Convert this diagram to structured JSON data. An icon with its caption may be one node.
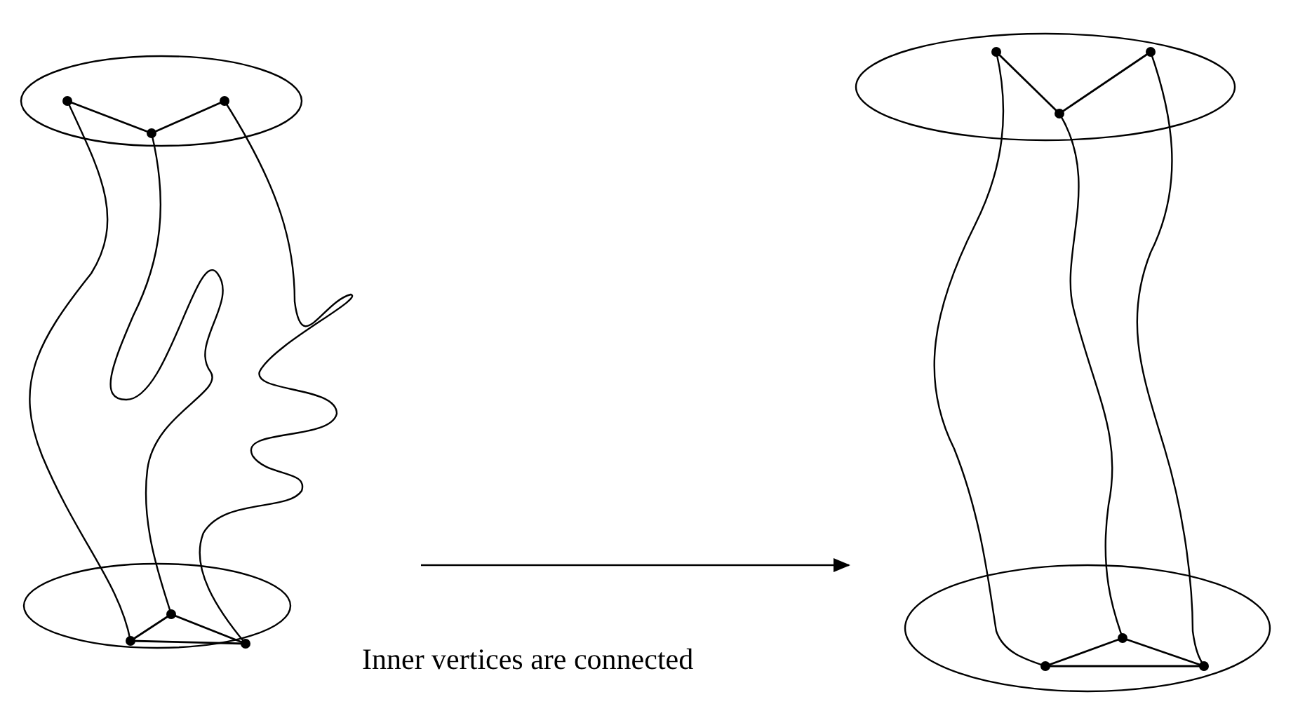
{
  "diagram": {
    "nodes": [
      {
        "text": [],
        "shape": "picture"
      },
      {
        "text": [],
        "shape": "picture"
      }
    ],
    "edges": [
      {
        "from": 0,
        "to": 1,
        "arrow": "to",
        "label": "Inner vertices are connected"
      }
    ]
  }
}
